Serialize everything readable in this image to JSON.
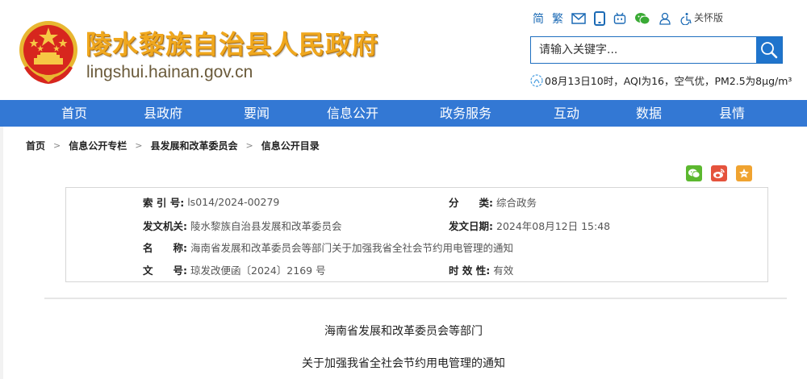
{
  "header": {
    "site_title": "陵水黎族自治县人民政府",
    "site_domain": "lingshui.hainan.gov.cn",
    "toolbar": {
      "simplified_label": "简",
      "traditional_label": "繁",
      "care_mode_label": "关怀版",
      "icons": [
        "mail-icon",
        "mobile-icon",
        "bilibili-icon",
        "wechat-icon",
        "user-icon",
        "accessibility-icon"
      ]
    },
    "search": {
      "placeholder": "请输入关键字..."
    },
    "weather": {
      "text": "08月13日10时，AQI为16，空气优，PM2.5为8μg/m³"
    },
    "colors": {
      "title": "#f0a81e",
      "primary_blue": "#3378d4",
      "search_blue": "#1f74cc"
    }
  },
  "nav": {
    "items": [
      {
        "label": "首页"
      },
      {
        "label": "县政府"
      },
      {
        "label": "要闻"
      },
      {
        "label": "信息公开"
      },
      {
        "label": "政务服务"
      },
      {
        "label": "互动"
      },
      {
        "label": "数据"
      },
      {
        "label": "县情"
      }
    ]
  },
  "breadcrumb": {
    "items": [
      {
        "label": "首页"
      },
      {
        "label": "信息公开专栏"
      },
      {
        "label": "县发展和改革委员会"
      },
      {
        "label": "信息公开目录"
      }
    ],
    "separator": ">"
  },
  "share": {
    "items": [
      "wechat-share",
      "weibo-share",
      "qzone-share"
    ]
  },
  "info": {
    "index_no": {
      "label": "索 引 号:",
      "value": "ls014/2024-00279"
    },
    "category": {
      "label": "分　　类:",
      "value": "综合政务"
    },
    "issuer": {
      "label": "发文机关:",
      "value": "陵水黎族自治县发展和改革委员会"
    },
    "issue_date": {
      "label": "发文日期:",
      "value": "2024年08月12日 15:48"
    },
    "name": {
      "label": "名　　称:",
      "value": "海南省发展和改革委员会等部门关于加强我省全社会节约用电管理的通知"
    },
    "doc_no": {
      "label": "文　　号:",
      "value": "琼发改便函〔2024〕2169 号"
    },
    "validity": {
      "label": "时 效 性:",
      "value": "有效"
    }
  },
  "document": {
    "line1": "海南省发展和改革委员会等部门",
    "line2": "关于加强我省全社会节约用电管理的通知"
  }
}
